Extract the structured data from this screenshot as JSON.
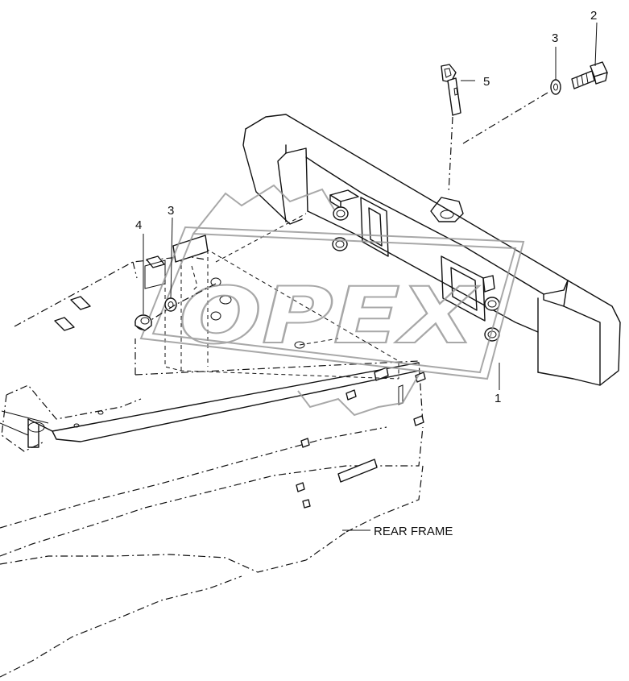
{
  "labels": {
    "part1": "1",
    "part2": "2",
    "part3_top": "3",
    "part3_left": "3",
    "part4": "4",
    "part5": "5",
    "rear_frame": "REAR FRAME"
  },
  "watermark": {
    "text": "OPEX",
    "color": "#9a9a9a"
  }
}
